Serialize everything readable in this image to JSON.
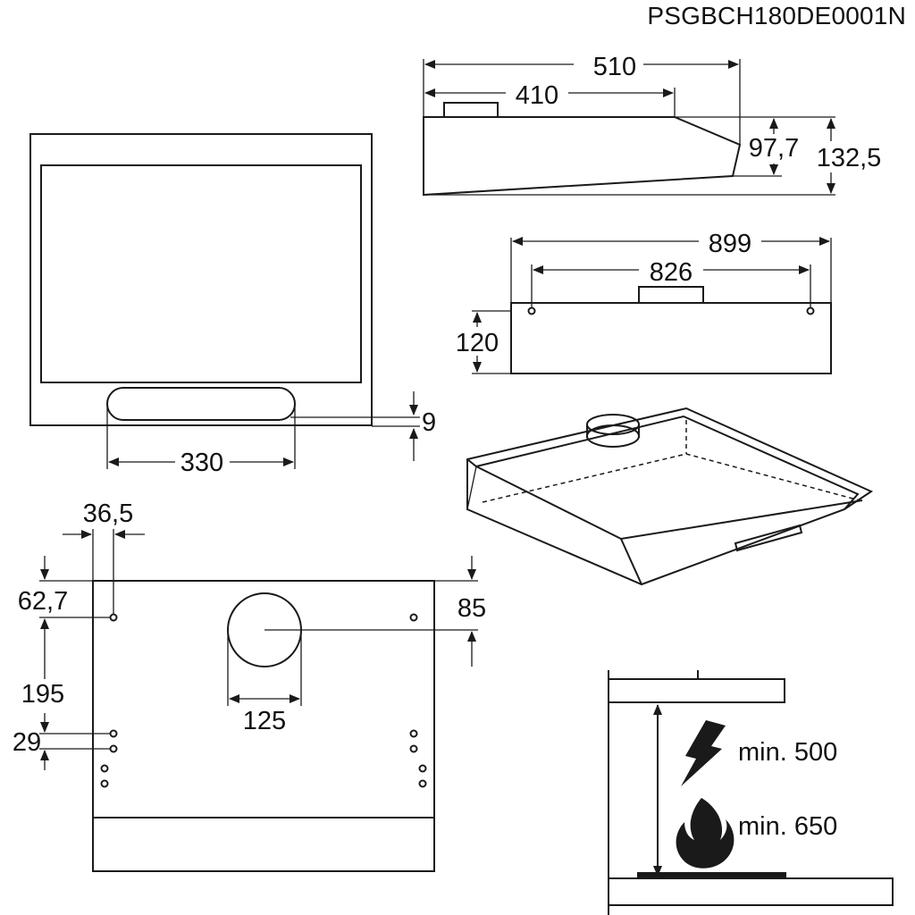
{
  "model_code": "PSGBCH180DE0001N",
  "side_view": {
    "depth_total": "510",
    "depth_top": "410",
    "height_front": "97,7",
    "height_total": "132,5"
  },
  "front_view": {
    "width_total": "899",
    "hole_spacing": "826",
    "height": "120"
  },
  "bottom_view": {
    "filter_width": "330",
    "filter_offset": "9"
  },
  "mounting_plan": {
    "hole_x": "36,5",
    "hole_y": "62,7",
    "duct_offset": "85",
    "hole_pitch": "195",
    "hole_pitch_small": "29",
    "duct_diameter": "125"
  },
  "clearance": {
    "electric_min": "min. 500",
    "gas_min": "min. 650"
  },
  "icons": {
    "electric": "lightning-bolt-icon",
    "gas": "flame-icon"
  }
}
